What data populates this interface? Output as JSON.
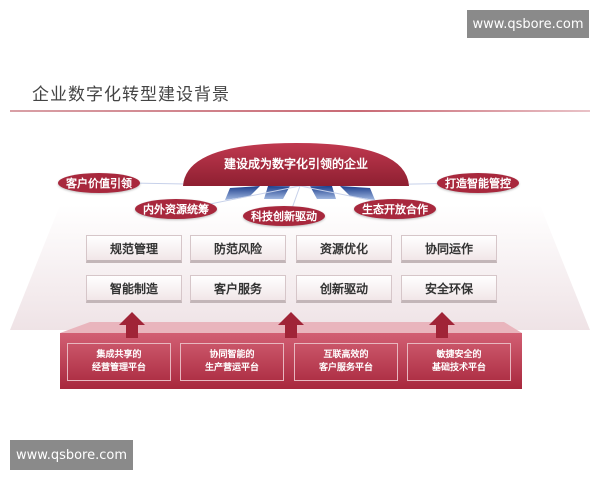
{
  "watermark": {
    "top": "www.qsbore.com",
    "bottom": "www.qsbore.com"
  },
  "title": "企业数字化转型建设背景",
  "top_dome": "建设成为数字化引领的企业",
  "pillars": {
    "left_outer": "客户价值引领",
    "left_inner": "内外资源统筹",
    "center": "科技创新驱动",
    "right_inner": "生态开放合作",
    "right_outer": "打造智能管控"
  },
  "capabilities_row1": [
    "规范管理",
    "防范风险",
    "资源优化",
    "协同运作"
  ],
  "capabilities_row2": [
    "智能制造",
    "客户服务",
    "创新驱动",
    "安全环保"
  ],
  "platforms": [
    "集成共享的\n经营管理平台",
    "协同智能的\n生产营运平台",
    "互联高效的\n客户服务平台",
    "敏捷安全的\n基础技术平台"
  ],
  "colors": {
    "accent": "#a8283d",
    "base": "#c0485c",
    "arrow": "#a02437"
  }
}
